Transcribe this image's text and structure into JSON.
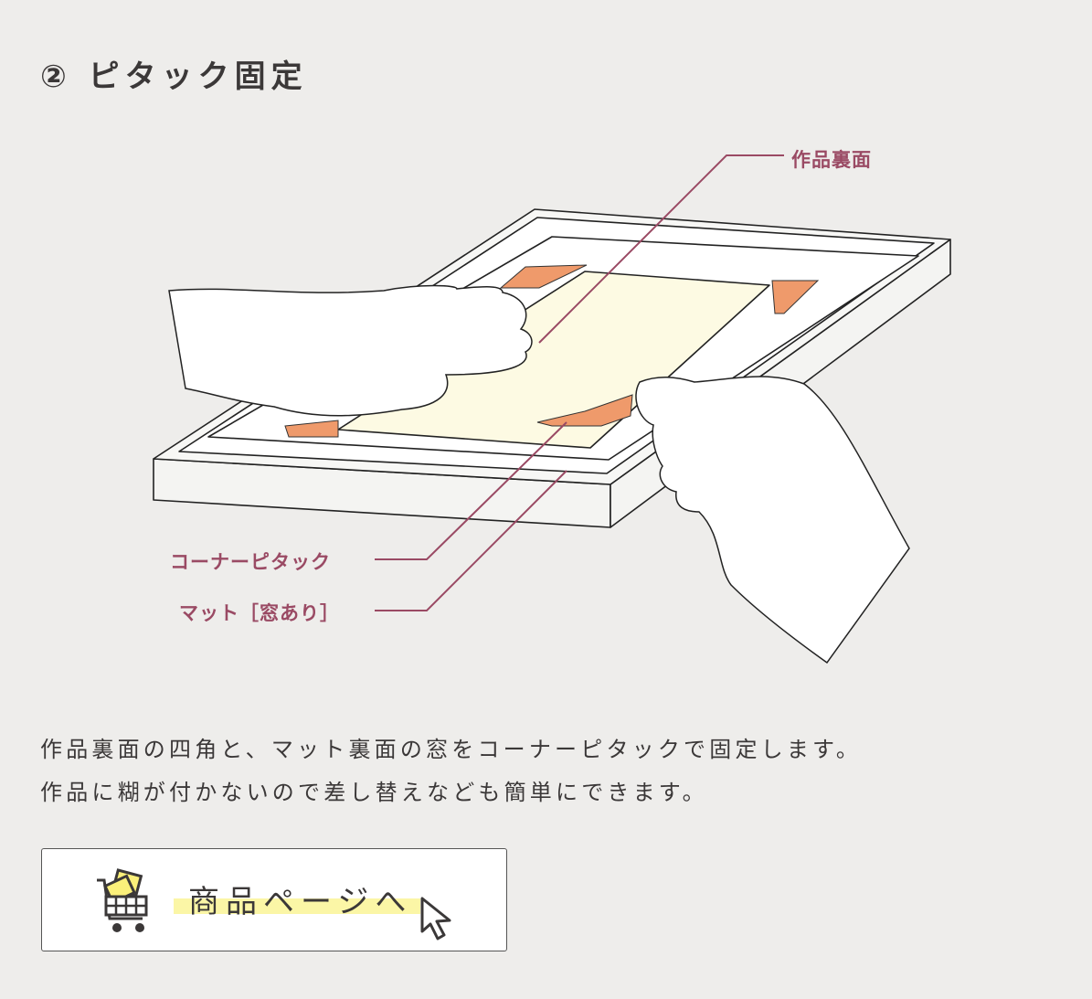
{
  "title": "② ピタック固定",
  "labels": {
    "artwork_back": "作品裏面",
    "corner_pitack": "コーナーピタック",
    "mat": "マット［窓あり］"
  },
  "description": [
    "作品裏面の四角と、マット裏面の窓をコーナーピタックで固定します。",
    "作品に糊が付かないので差し替えなども簡単にできます。"
  ],
  "button": {
    "label": "商品ページへ"
  },
  "colors": {
    "background": "#eeedeb",
    "accent": "#9a4a64",
    "tape": "#ef9a6b",
    "paper": "#fdfae3",
    "highlight": "#fbf6a6"
  }
}
